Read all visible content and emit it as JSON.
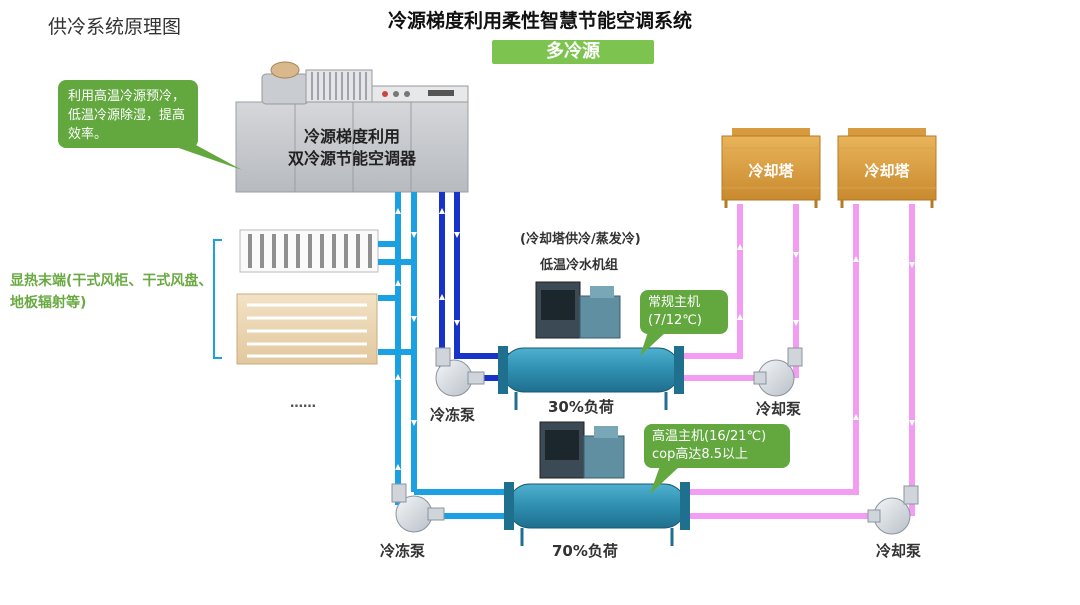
{
  "header": {
    "corner_title": "供冷系统原理图",
    "main_title": "冷源梯度利用柔性智慧节能空调系统",
    "subtitle": "多冷源"
  },
  "callouts": {
    "ahu_note": "利用高温冷源预冷，低温冷源除湿，提高效率。",
    "normal_chiller": "常规主机\n(7/12℃)",
    "high_temp_chiller": "高温主机(16/21℃)\ncop高达8.5以上"
  },
  "ahu": {
    "label_line1": "冷源梯度利用",
    "label_line2": "双冷源节能空调器"
  },
  "terminals": {
    "label": "显热末端(干式风柜、干式风盘、地板辐射等)",
    "ellipsis": "……"
  },
  "towers": [
    {
      "label": "冷却塔"
    },
    {
      "label": "冷却塔"
    }
  ],
  "chillers": {
    "low_temp_note": "(冷却塔供冷/蒸发冷)",
    "low_temp_title": "低温冷水机组",
    "upper_load": "30%负荷",
    "lower_load": "70%负荷"
  },
  "pumps": {
    "chilled_upper": "冷冻泵",
    "cooling_upper": "冷却泵",
    "chilled_lower": "冷冻泵",
    "cooling_lower": "冷却泵"
  },
  "colors": {
    "chilled_water": "#1ba1e2",
    "chilled_dark": "#1834c8",
    "cooling_water": "#f29cf2",
    "accent_green": "#6aa943",
    "chiller_body": "#2f8fb0"
  }
}
